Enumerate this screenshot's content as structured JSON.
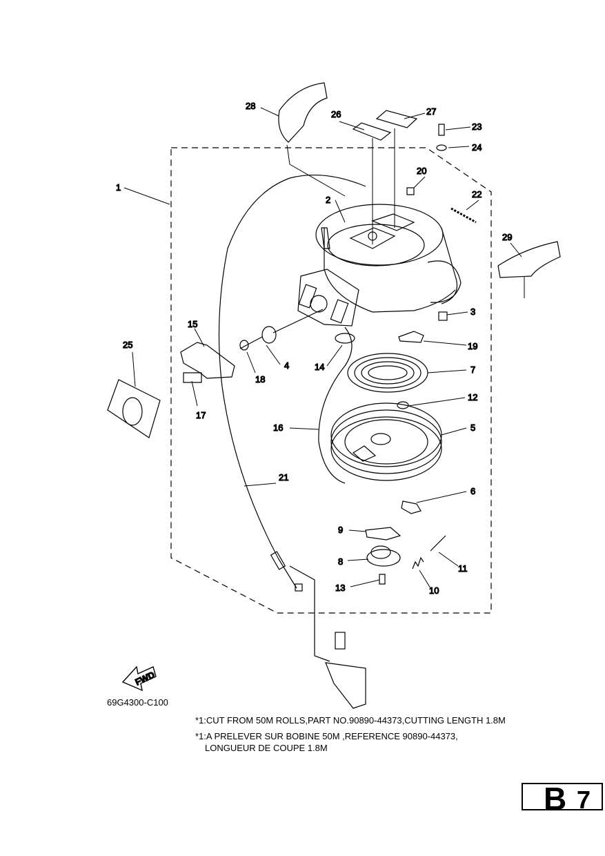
{
  "diagram": {
    "part_labels": {
      "p1": "1",
      "p2": "2",
      "p3": "3",
      "p4": "4",
      "p5": "5",
      "p6": "6",
      "p7": "7",
      "p8": "8",
      "p9": "9",
      "p10": "10",
      "p11": "11",
      "p12": "12",
      "p13": "13",
      "p14": "14",
      "p15": "15",
      "p16": "16",
      "p17": "17",
      "p18": "18",
      "p19": "19",
      "p20": "20",
      "p21": "21",
      "p22": "22",
      "p23": "23",
      "p24": "24",
      "p25": "25",
      "p26": "26",
      "p27": "27",
      "p28": "28",
      "p29": "29"
    },
    "fwd_label": "FWD",
    "catalog_code": "69G4300-C100"
  },
  "notes": {
    "line1": "*1:CUT FROM 50M ROLLS,PART NO.90890-44373,CUTTING LENGTH 1.8M",
    "line2": "*1:A PRELEVER SUR BOBINE 50M ,REFERENCE 90890-44373,",
    "line3": "LONGUEUR DE COUPE 1.8M"
  },
  "page_badge": {
    "letter": "B",
    "number": "7"
  }
}
